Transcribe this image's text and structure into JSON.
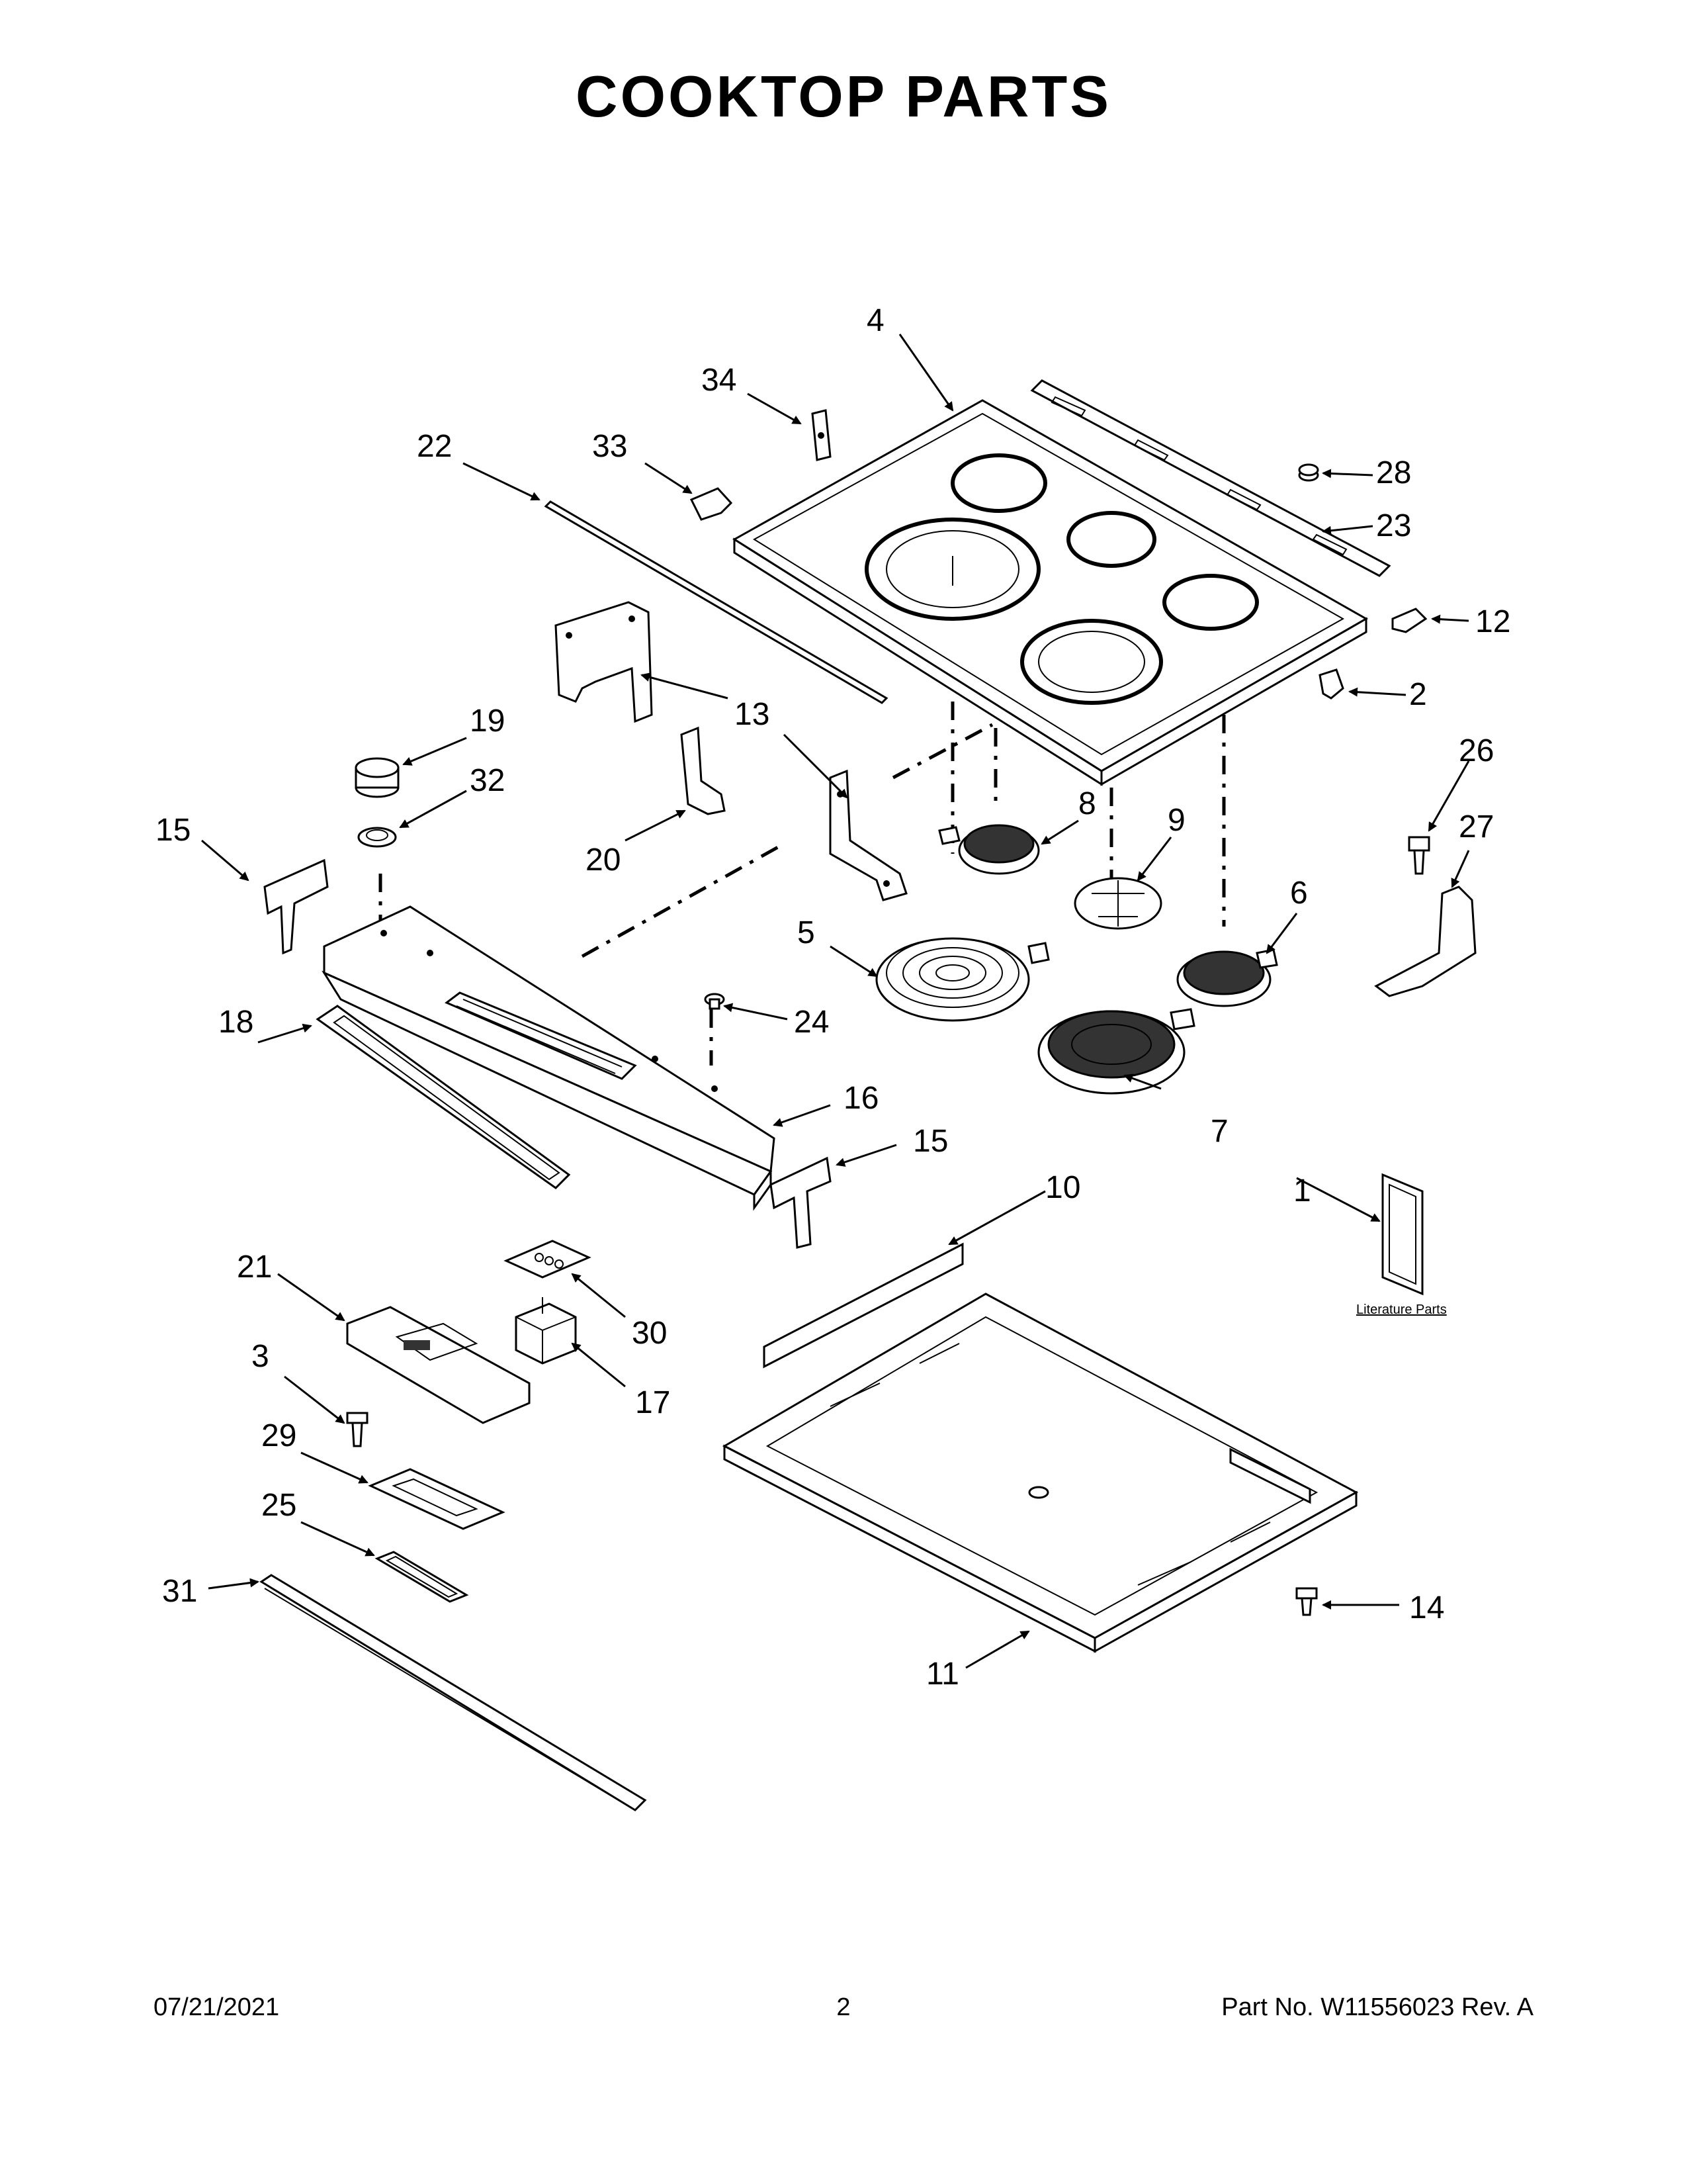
{
  "title": "COOKTOP PARTS",
  "footer": {
    "date": "07/21/2021",
    "page": "2",
    "part_no": "Part No.  W11556023  Rev.  A"
  },
  "literature_label": "Literature Parts",
  "callouts": {
    "c1": "1",
    "c2": "2",
    "c3": "3",
    "c4": "4",
    "c5": "5",
    "c6": "6",
    "c7": "7",
    "c8": "8",
    "c9": "9",
    "c10": "10",
    "c11": "11",
    "c12": "12",
    "c13": "13",
    "c14": "14",
    "c15a": "15",
    "c15b": "15",
    "c16": "16",
    "c17": "17",
    "c18": "18",
    "c19": "19",
    "c20": "20",
    "c21": "21",
    "c22": "22",
    "c23": "23",
    "c24": "24",
    "c25": "25",
    "c26": "26",
    "c27": "27",
    "c28": "28",
    "c29": "29",
    "c30": "30",
    "c31": "31",
    "c32": "32",
    "c33": "33",
    "c34": "34"
  }
}
